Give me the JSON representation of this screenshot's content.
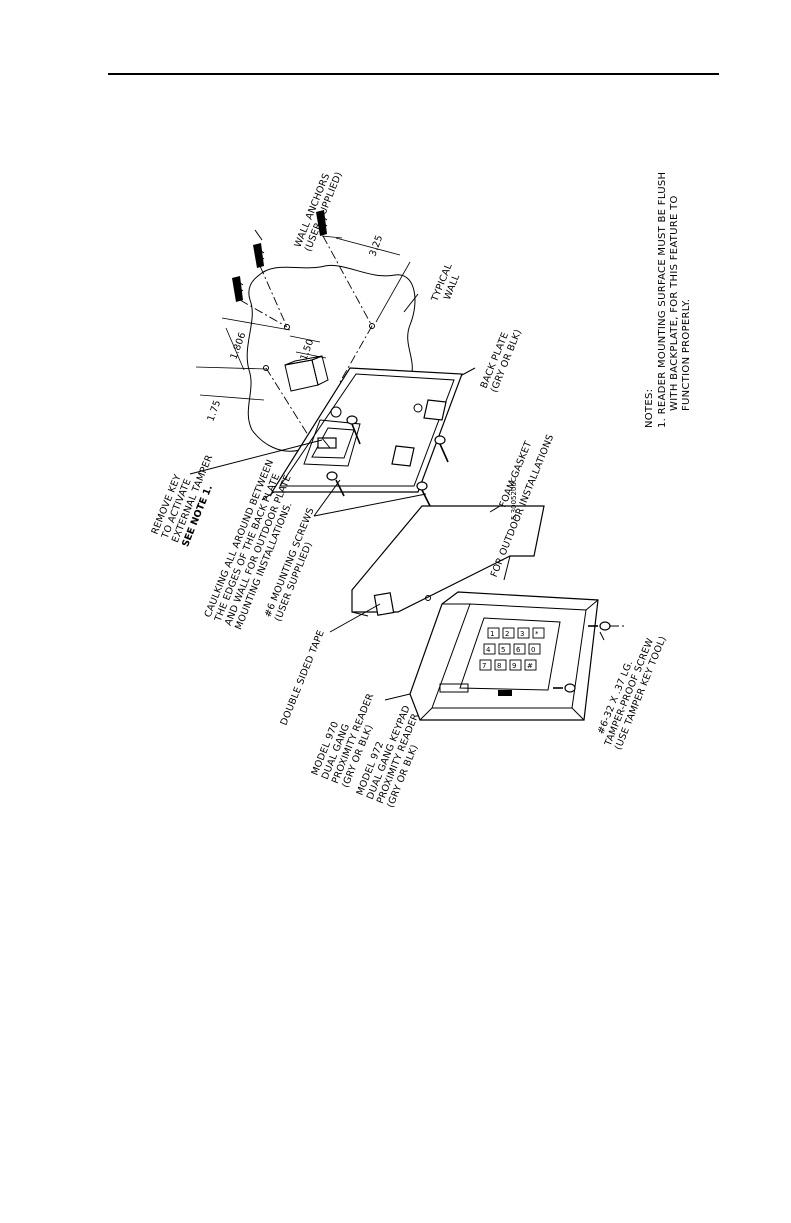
{
  "labels": {
    "wall_anchors": [
      "WALL ANCHORS",
      "(USER SUPPLIED)"
    ],
    "dim_3_25": "3.25",
    "dim_1_806": "1.806",
    "dim_1_50": "1.50",
    "dim_1_75": "1.75",
    "typical_wall": [
      "TYPICAL",
      "WALL"
    ],
    "back_plate": [
      "BACK PLATE",
      "(GRY OR BLK)"
    ],
    "remove_key": [
      "REMOVE KEY",
      "TO ACTIVATE",
      "EXTERNAL TAMPER",
      "SEE NOTE 1."
    ],
    "caulking": [
      "CAULKING ALL AROUND BETWEEN",
      "THE EDGES OF THE BACK PLATE",
      "AND WALL FOR OUTDOOR PLATE",
      "MOUNTING INSTALLATIONS."
    ],
    "mounting_screws": [
      "#6 MOUNTING SCREWS",
      "(USER SUPPLIED)"
    ],
    "foam_gasket": [
      "FOAM GASKET",
      "FOR OUTDOOR INSTALLATIONS"
    ],
    "double_sided_tape": "DOUBLE SIDED TAPE",
    "drawing_id": "5.3005206C",
    "tamper_screw": [
      "#6-32 X .37 LG.",
      "TAMPER-PROOF SCREW",
      "(USE TAMPER KEY TOOL)"
    ],
    "model_970": [
      "MODEL 970",
      "DUAL GANG",
      "PROXIMITY READER",
      "(GRY OR BLK)"
    ],
    "model_972": [
      "MODEL 972",
      "DUAL GANG KEYPAD",
      "PROXIMITY READER",
      "(GRY OR BLK)"
    ]
  },
  "notes": {
    "heading": "NOTES:",
    "items": [
      "1. READER MOUNTING SURFACE MUST BE FLUSH",
      "WITH BACKPLATE, FOR THIS FEATURE TO",
      "FUNCTION PROPERLY."
    ]
  },
  "keypad": {
    "keys": [
      "1",
      "2",
      "3",
      "4",
      "5",
      "6",
      "7",
      "8",
      "9",
      "*",
      "0",
      "#"
    ]
  },
  "colors": {
    "ink": "#000000",
    "paper": "#ffffff"
  }
}
